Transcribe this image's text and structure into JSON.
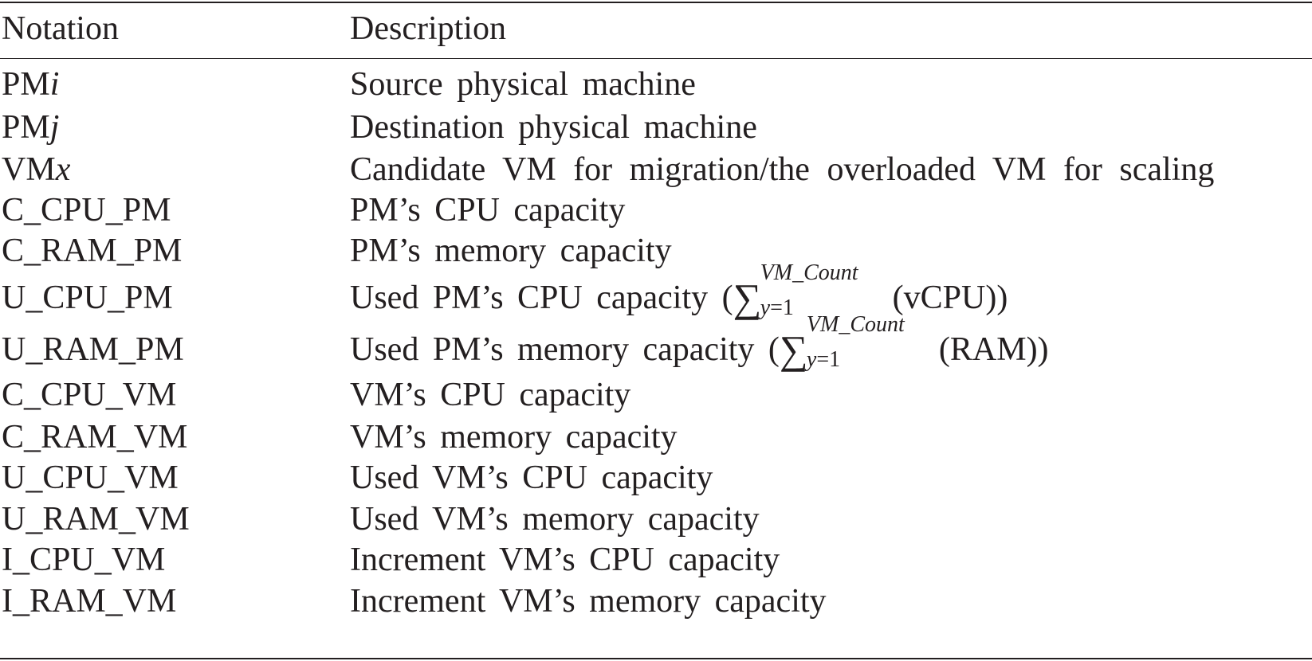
{
  "header": {
    "notation": "Notation",
    "description": "Description"
  },
  "rows": [
    {
      "n_base": "PM",
      "n_it": "i",
      "desc": "Source physical machine"
    },
    {
      "n_base": "PM",
      "n_it": "j",
      "desc": "Destination physical machine"
    },
    {
      "n_base": "VM",
      "n_it": "x",
      "desc": "Candidate VM for migration/the overloaded VM for scaling"
    },
    {
      "n_base": "C_CPU_PM",
      "desc": "PM’s CPU capacity"
    },
    {
      "n_base": "C_RAM_PM",
      "desc": "PM’s memory capacity"
    },
    {
      "n_base": "U_CPU_PM",
      "desc": "Used PM’s CPU capacity (",
      "sum_sup": "VM_Count",
      "sum_sub_var": "y",
      "sum_sub_rest": "=1",
      "sum_arg": "(vCPU))"
    },
    {
      "n_base": "U_RAM_PM",
      "desc": "Used PM’s memory capacity (",
      "sum_sup": "VM_Count",
      "sum_sub_var": "y",
      "sum_sub_rest": "=1",
      "sum_arg": "(RAM))"
    },
    {
      "n_base": "C_CPU_VM",
      "desc": "VM’s CPU capacity"
    },
    {
      "n_base": "C_RAM_VM",
      "desc": "VM’s memory capacity"
    },
    {
      "n_base": "U_CPU_VM",
      "desc": "Used VM’s CPU capacity"
    },
    {
      "n_base": "U_RAM_VM",
      "desc": "Used VM’s memory capacity"
    },
    {
      "n_base": "I_CPU_VM",
      "desc": "Increment VM’s CPU capacity"
    },
    {
      "n_base": "I_RAM_VM",
      "desc": "Increment VM’s memory capacity"
    }
  ]
}
